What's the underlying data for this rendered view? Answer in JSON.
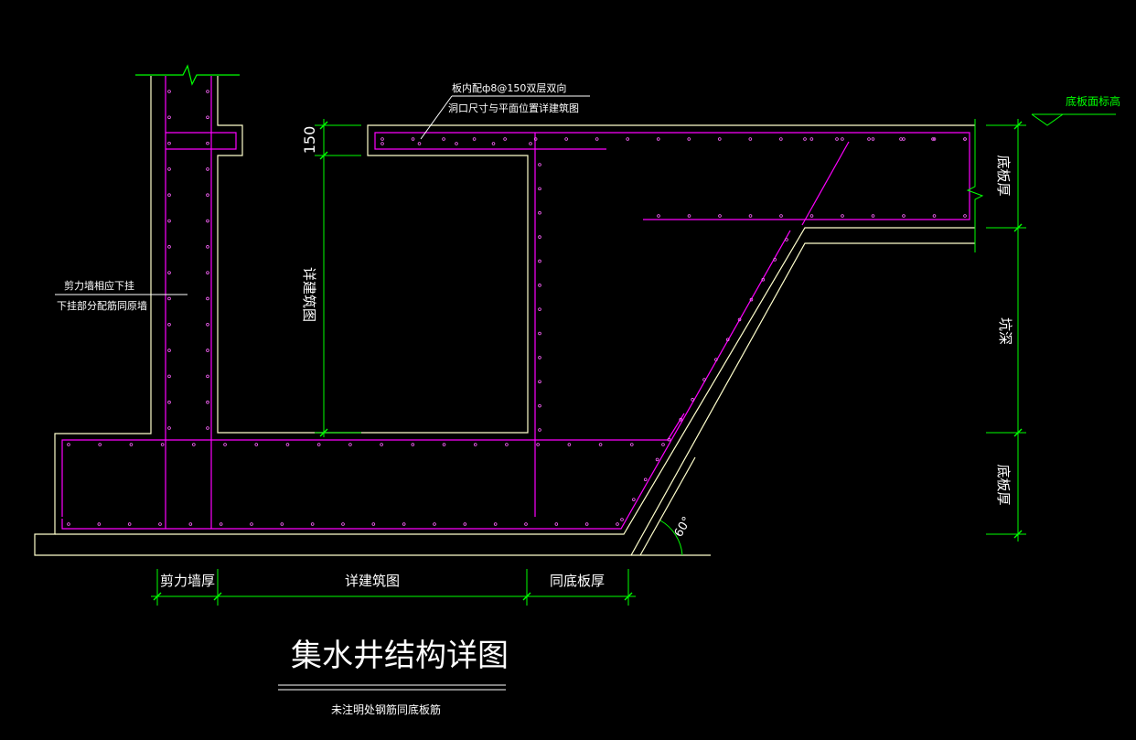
{
  "drawing": {
    "title": "集水井结构详图",
    "subtitle": "未注明处钢筋同底板筋",
    "colors": {
      "background": "#000000",
      "structure": "#ffffcc",
      "rebar": "#ff00ff",
      "dimension": "#00ff00",
      "text": "#ffffff"
    },
    "notes": {
      "slab_rebar_line1": "板内配ф8@150双层双向",
      "slab_rebar_line2": "洞口尺寸与平面位置详建筑图",
      "wall_line1": "剪力墙相应下挂",
      "wall_line2": "下挂部分配筋同原墙"
    },
    "elevation_label": "底板面标高",
    "vertical_dims": {
      "top_slab": "150",
      "pit_depth": "详建筑图"
    },
    "right_dims": {
      "upper": "底板厚",
      "middle": "坑深",
      "lower": "底板厚"
    },
    "bottom_dims": {
      "wall": "剪力墙厚",
      "pit": "详建筑图",
      "slab": "同底板厚"
    },
    "angle_label": "60°"
  }
}
